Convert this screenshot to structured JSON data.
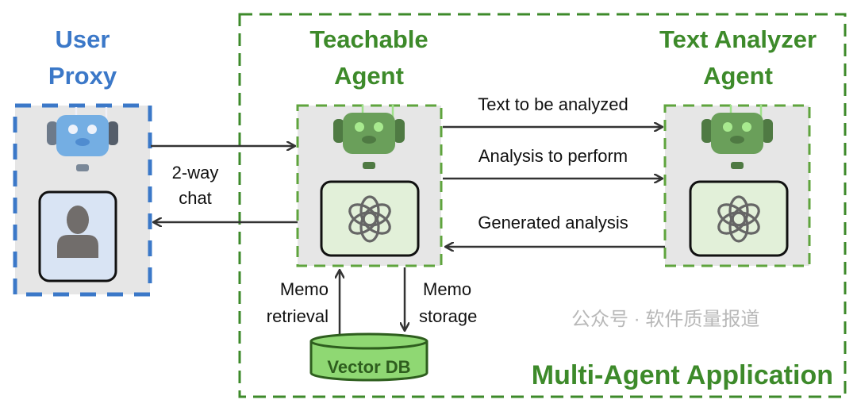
{
  "agents": {
    "user_proxy": {
      "title_line1": "User",
      "title_line2": "Proxy"
    },
    "teachable": {
      "title_line1": "Teachable",
      "title_line2": "Agent"
    },
    "text_analyzer": {
      "title_line1": "Text Analyzer",
      "title_line2": "Agent"
    }
  },
  "edges": {
    "chat_line1": "2-way",
    "chat_line2": "chat",
    "text_to_analyze": "Text to be analyzed",
    "analysis_to_perform": "Analysis to perform",
    "generated_analysis": "Generated analysis",
    "memo_retrieval_line1": "Memo",
    "memo_retrieval_line2": "retrieval",
    "memo_storage_line1": "Memo",
    "memo_storage_line2": "storage"
  },
  "database": {
    "label": "Vector DB"
  },
  "application": {
    "label": "Multi-Agent Application"
  },
  "watermark": "公众号 · 软件质量报道",
  "colors": {
    "user_blue": "#3b78c8",
    "agent_green": "#3d8a2a",
    "box_fill": "#e6e6e6",
    "db_fill": "#8fd873"
  },
  "icons": {
    "robot": "robot-icon",
    "person": "person-icon",
    "llm": "openai-logo-icon"
  }
}
